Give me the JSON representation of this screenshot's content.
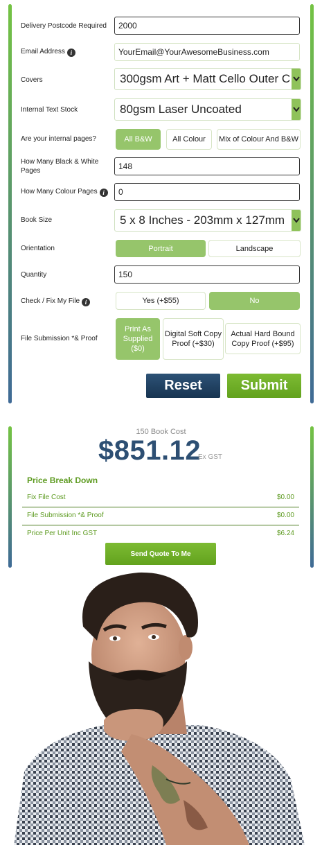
{
  "form": {
    "postcode": {
      "label": "Delivery Postcode Required",
      "value": "2000"
    },
    "email": {
      "label": "Email Address",
      "value": "YourEmail@YourAwesomeBusiness.com"
    },
    "covers": {
      "label": "Covers",
      "value": "300gsm Art + Matt Cello Outer C"
    },
    "internal_stock": {
      "label": "Internal Text Stock",
      "value": "80gsm Laser Uncoated"
    },
    "internal_pages": {
      "label": "Are your internal pages?",
      "options": [
        "All B&W",
        "All Colour",
        "Mix of Colour And B&W"
      ],
      "selected": "All B&W"
    },
    "bw_pages": {
      "label": "How Many Black & White Pages",
      "value": "148"
    },
    "colour_pages": {
      "label": "How Many Colour Pages",
      "value": "0"
    },
    "book_size": {
      "label": "Book Size",
      "value": "5 x 8 Inches - 203mm x 127mm"
    },
    "orientation": {
      "label": "Orientation",
      "options": [
        "Portrait",
        "Landscape"
      ],
      "selected": "Portrait"
    },
    "quantity": {
      "label": "Quantity",
      "value": "150"
    },
    "fix_file": {
      "label": "Check / Fix My File",
      "options": [
        "Yes (+$55)",
        "No"
      ],
      "selected": "No"
    },
    "file_submission": {
      "label": "File Submission *& Proof",
      "options": [
        "Print As Supplied ($0)",
        "Digital Soft Copy Proof (+$30)",
        "Actual Hard Bound Copy Proof (+$95)"
      ],
      "selected": "Print As Supplied ($0)"
    },
    "reset_label": "Reset",
    "submit_label": "Submit"
  },
  "result": {
    "cost_label": "150 Book Cost",
    "price": "$851.12",
    "gst_note": "Ex GST",
    "breakdown_title": "Price Break Down",
    "breakdown": [
      {
        "label": "Fix File Cost",
        "value": "$0.00"
      },
      {
        "label": "File Submission *& Proof",
        "value": "$0.00"
      },
      {
        "label": "Price Per Unit Inc GST",
        "value": "$6.24"
      }
    ],
    "quote_label": "Send Quote To Me"
  },
  "colors": {
    "accent_green": "#96c56b",
    "submit_green": "#6aa823",
    "navy": "#1f4060",
    "price_blue": "#2d4f73"
  }
}
